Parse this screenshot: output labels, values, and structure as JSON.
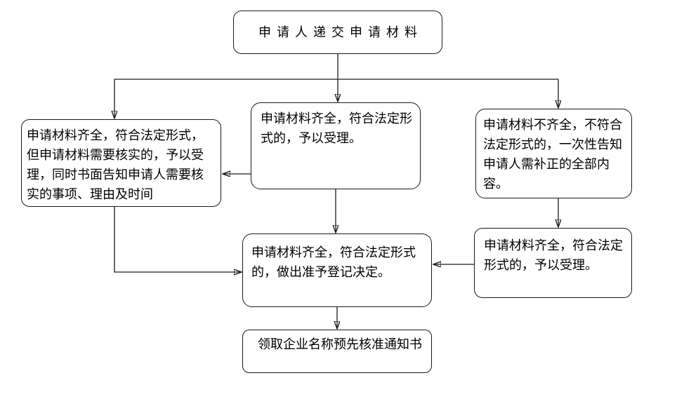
{
  "meta": {
    "background_color": "#ffffff",
    "box_fill_color": "#ffffff",
    "box_border_color": "#1a1a1a",
    "line_color": "#1a1a1a",
    "text_color": "#000000"
  },
  "diagram": {
    "type": "flowchart",
    "subject": "企业名称预先核准申请流程",
    "nodes": {
      "submit": {
        "text": "申请人递交申请材料"
      },
      "verify": {
        "text": "申请材料齐全，符合法定形式，\n但申请材料需要核实的，予以受\n理，同时书面告知申请人需要核\n实的事项、理由及时间"
      },
      "complete": {
        "text": "申请材料齐全，符合法定形\n式的，予以受理。"
      },
      "incomplete": {
        "text": "申请材料不齐全，不符合\n法定形式的，一次性告知\n申请人需补正的全部内\n容。"
      },
      "corrected": {
        "text": "申请材料齐全，符合法定\n形式的，予以受理。"
      },
      "approve": {
        "text": "申请材料齐全，符合法定形式\n的，做出准予登记决定。"
      },
      "notice": {
        "text": "领取企业名称预先核准通知书"
      }
    },
    "edges": [
      {
        "from": "submit",
        "to": "verify"
      },
      {
        "from": "submit",
        "to": "complete"
      },
      {
        "from": "submit",
        "to": "incomplete"
      },
      {
        "from": "complete",
        "to": "verify"
      },
      {
        "from": "complete",
        "to": "approve"
      },
      {
        "from": "verify",
        "to": "approve"
      },
      {
        "from": "incomplete",
        "to": "corrected"
      },
      {
        "from": "corrected",
        "to": "approve"
      },
      {
        "from": "approve",
        "to": "notice"
      }
    ]
  }
}
